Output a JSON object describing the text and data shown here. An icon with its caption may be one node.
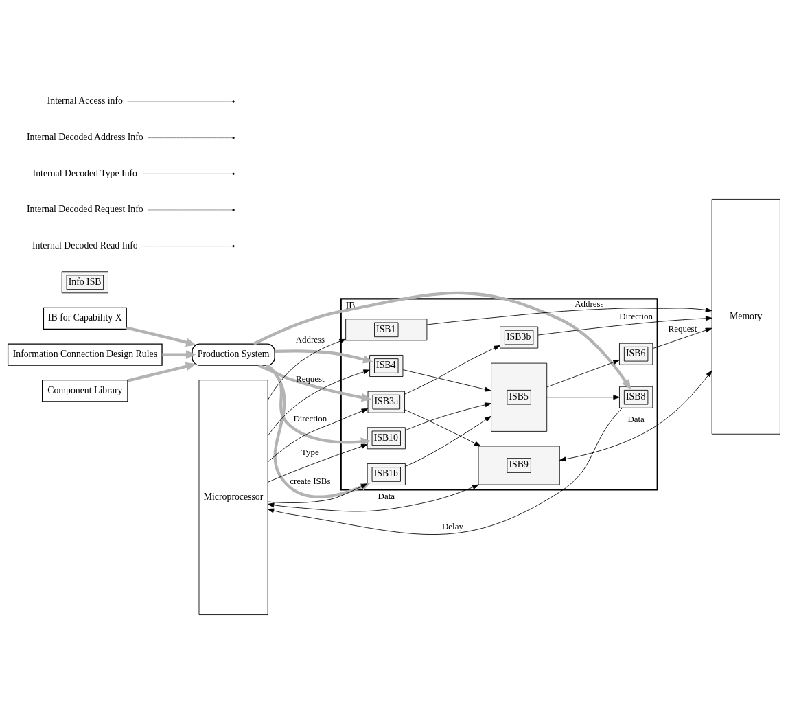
{
  "diagram": {
    "nodes": [
      {
        "text": [
          "IB for Capability X"
        ]
      },
      {
        "text": [
          "Production System"
        ]
      },
      {
        "text": [
          "Information Connection Design Rules"
        ]
      },
      {
        "text": [
          "Component Library"
        ]
      },
      {
        "text": [
          "Info ISB"
        ]
      },
      {
        "text": [
          "IB"
        ]
      },
      {
        "text": [
          "Microprocessor"
        ]
      },
      {
        "text": [
          "Memory"
        ]
      },
      {
        "text": [
          "ISB1"
        ],
        "in": 5
      },
      {
        "text": [
          "ISB1b"
        ],
        "in": 5
      },
      {
        "text": [
          "ISB3a"
        ],
        "in": 5
      },
      {
        "text": [
          "ISB3b"
        ],
        "in": 5
      },
      {
        "text": [
          "ISB4"
        ],
        "in": 5
      },
      {
        "text": [
          "ISB5"
        ],
        "in": 5
      },
      {
        "text": [
          "ISB6"
        ],
        "in": 5
      },
      {
        "text": [
          "ISB10"
        ],
        "in": 5
      },
      {
        "text": [
          "ISB8"
        ],
        "in": 5
      },
      {
        "text": [
          "ISB9"
        ],
        "in": 5
      },
      {
        "text": [
          "Internal Decoded Read Info"
        ]
      },
      {
        "text": [
          "Internal Decoded Request Info"
        ]
      },
      {
        "text": [
          "Internal Decoded Type Info"
        ]
      },
      {
        "text": [
          "Internal Decoded Address Info"
        ]
      },
      {
        "text": [
          "Internal Access info"
        ]
      }
    ],
    "edges": [
      {
        "from": 0,
        "to": 1,
        "arrow": "to",
        "style": "thick",
        "color": "#b3b3b3"
      },
      {
        "from": 3,
        "to": 1,
        "arrow": "to",
        "style": "thick",
        "color": "#b3b3b3"
      },
      {
        "from": 2,
        "to": 1,
        "arrow": "to",
        "style": "thick",
        "color": "#b3b3b3"
      },
      {
        "from": 1,
        "to": 9,
        "arrow": "to",
        "style": "thick",
        "color": "#b3b3b3",
        "label": "create ISBs"
      },
      {
        "from": 1,
        "to": 10,
        "arrow": "to",
        "style": "thick",
        "color": "#b3b3b3"
      },
      {
        "from": 1,
        "to": 12,
        "arrow": "to",
        "style": "thick",
        "color": "#b3b3b3"
      },
      {
        "from": 1,
        "to": 15,
        "arrow": "to",
        "style": "thick",
        "color": "#b3b3b3"
      },
      {
        "from": 1,
        "to": 16,
        "arrow": "to",
        "style": "thick",
        "color": "#b3b3b3"
      },
      {
        "from": 6,
        "to": 8,
        "arrow": "to",
        "label": "Address"
      },
      {
        "from": 6,
        "to": 9,
        "arrow": "to"
      },
      {
        "from": 8,
        "to": 7,
        "arrow": "to",
        "label": "Address"
      },
      {
        "from": 9,
        "to": 13,
        "arrow": "to"
      },
      {
        "from": 6,
        "to": 10,
        "arrow": "to",
        "label": "Direction"
      },
      {
        "from": 10,
        "to": 11,
        "arrow": "to"
      },
      {
        "from": 10,
        "to": 17,
        "arrow": "to"
      },
      {
        "from": 11,
        "to": 7,
        "arrow": "to",
        "label": "Direction"
      },
      {
        "from": 6,
        "to": 12,
        "arrow": "to",
        "label": "Request"
      },
      {
        "from": 12,
        "to": 13,
        "arrow": "to"
      },
      {
        "from": 6,
        "to": 15,
        "arrow": "to",
        "label": "Type"
      },
      {
        "from": 15,
        "to": 13,
        "arrow": "to"
      },
      {
        "from": 13,
        "to": 14,
        "arrow": "to"
      },
      {
        "from": 13,
        "to": 16,
        "arrow": "to"
      },
      {
        "from": 14,
        "to": 7,
        "arrow": "to",
        "label": "Request"
      },
      {
        "from": 16,
        "to": 6,
        "arrow": "to",
        "label": "Delay"
      },
      {
        "from": 6,
        "to": 17,
        "arrow": "both",
        "label": "Data"
      },
      {
        "from": 17,
        "to": 7,
        "arrow": "both",
        "label": "Data"
      },
      {
        "from": 18,
        "to": null,
        "arrow": "none",
        "color": "#808080"
      },
      {
        "from": 19,
        "to": null,
        "arrow": "none",
        "color": "#808080"
      },
      {
        "from": 20,
        "to": null,
        "arrow": "none",
        "color": "#808080"
      },
      {
        "from": 21,
        "to": null,
        "arrow": "none",
        "color": "#808080"
      },
      {
        "from": 22,
        "to": null,
        "arrow": "none",
        "color": "#808080"
      }
    ]
  }
}
